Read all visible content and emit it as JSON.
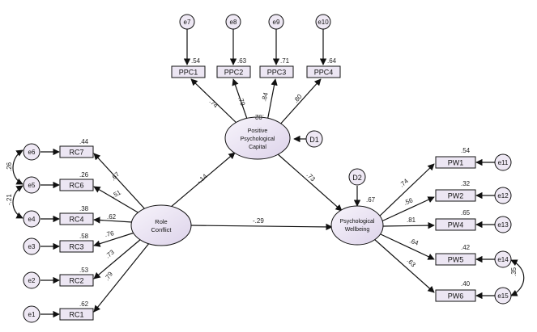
{
  "latent": {
    "role_conflict": [
      "Role",
      "Conflict"
    ],
    "ppc": [
      "Positive",
      "Psychological",
      "Capital"
    ],
    "wellbeing": [
      "Psychological",
      "Wellbeing"
    ]
  },
  "disturbances": {
    "ppc": "D1",
    "wellbeing": "D2"
  },
  "indicators": {
    "rc": [
      "RC7",
      "RC6",
      "RC4",
      "RC3",
      "RC2",
      "RC1"
    ],
    "ppc": [
      "PPC1",
      "PPC2",
      "PPC3",
      "PPC4"
    ],
    "pw": [
      "PW1",
      "PW2",
      "PW4",
      "PW5",
      "PW6"
    ]
  },
  "errors": {
    "rc": [
      "e6",
      "e5",
      "e4",
      "e3",
      "e2",
      "e1"
    ],
    "ppc": [
      "e7",
      "e8",
      "e9",
      "e10"
    ],
    "pw": [
      "e11",
      "e12",
      "e13",
      "e14",
      "e15"
    ]
  },
  "r2": {
    "rc": [
      ".44",
      ".26",
      ".38",
      ".58",
      ".53",
      ".62"
    ],
    "ppc": [
      ".54",
      ".63",
      ".71",
      ".64"
    ],
    "pw": [
      ".54",
      ".32",
      ".65",
      ".42",
      ".40"
    ],
    "ppc_latent": ".02",
    "wellbeing_latent": ".67"
  },
  "loadings": {
    "rc": [
      ".67",
      ".51",
      ".62",
      ".76",
      ".73",
      ".79"
    ],
    "ppc": [
      ".74",
      ".79",
      ".84",
      ".80"
    ],
    "pw": [
      ".74",
      ".56",
      ".81",
      ".64",
      ".63"
    ]
  },
  "paths": {
    "rc_to_ppc": "-.14",
    "rc_to_pw": "-.29",
    "ppc_to_pw": ".73"
  },
  "covariances": {
    "e6_e5": ".26",
    "e5_e4": "-.21",
    "e14_e15": ".35"
  },
  "colors": {
    "node_fill": "#ece6f3",
    "ellipse_fill": "#eee8f4",
    "stroke": "#111111"
  }
}
